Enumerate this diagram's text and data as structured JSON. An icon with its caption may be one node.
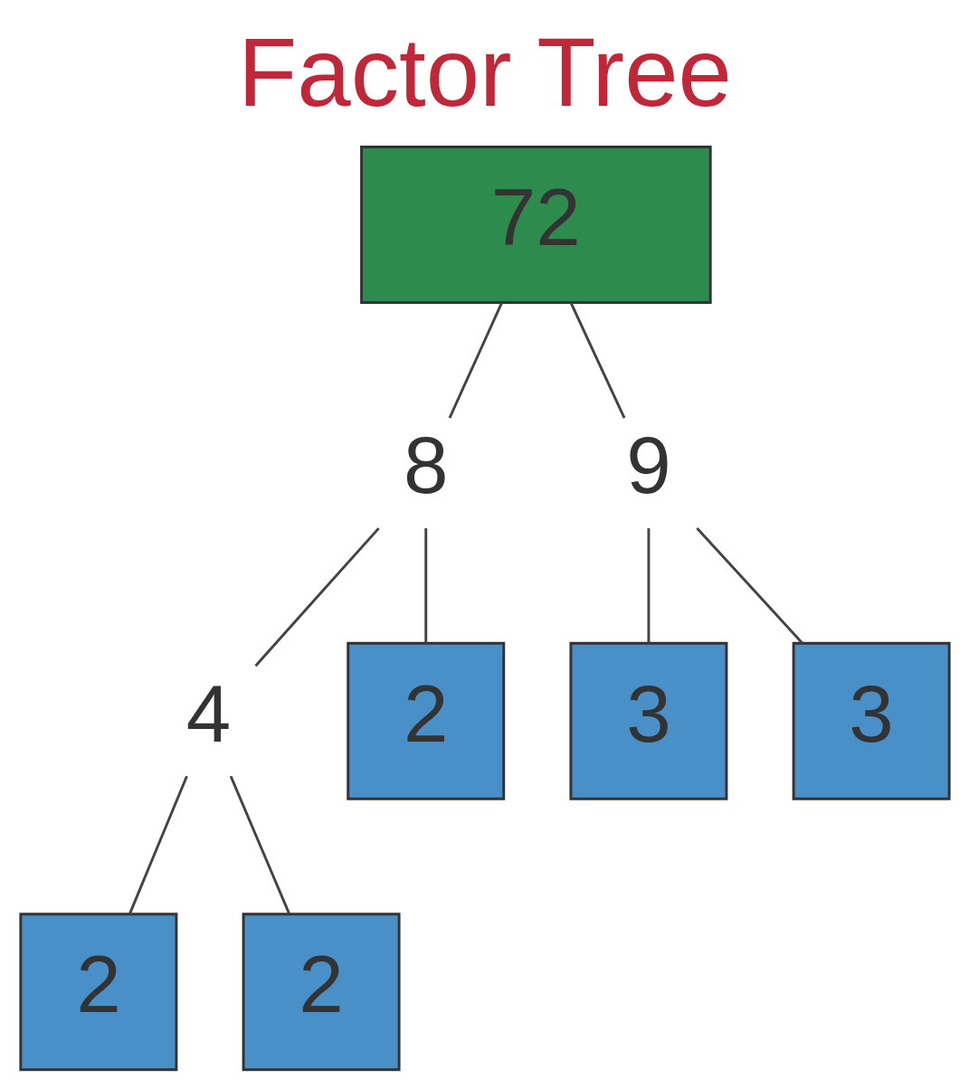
{
  "diagram": {
    "title": "Factor Tree",
    "nodes": [
      {
        "text": [
          "72"
        ]
      },
      {
        "text": [
          "8"
        ]
      },
      {
        "text": [
          "9"
        ]
      },
      {
        "text": [
          "4"
        ]
      },
      {
        "text": [
          "2"
        ]
      },
      {
        "text": [
          "3"
        ]
      },
      {
        "text": [
          "3"
        ]
      },
      {
        "text": [
          "2"
        ]
      },
      {
        "text": [
          "2"
        ]
      }
    ],
    "edges": [
      {
        "from": 0,
        "to": 1,
        "arrow": "none"
      },
      {
        "from": 0,
        "to": 2,
        "arrow": "none"
      },
      {
        "from": 1,
        "to": 3,
        "arrow": "none"
      },
      {
        "from": 1,
        "to": 4,
        "arrow": "none"
      },
      {
        "from": 2,
        "to": 5,
        "arrow": "none"
      },
      {
        "from": 2,
        "to": 6,
        "arrow": "none"
      },
      {
        "from": 3,
        "to": 7,
        "arrow": "none"
      },
      {
        "from": 3,
        "to": 8,
        "arrow": "none"
      }
    ]
  }
}
